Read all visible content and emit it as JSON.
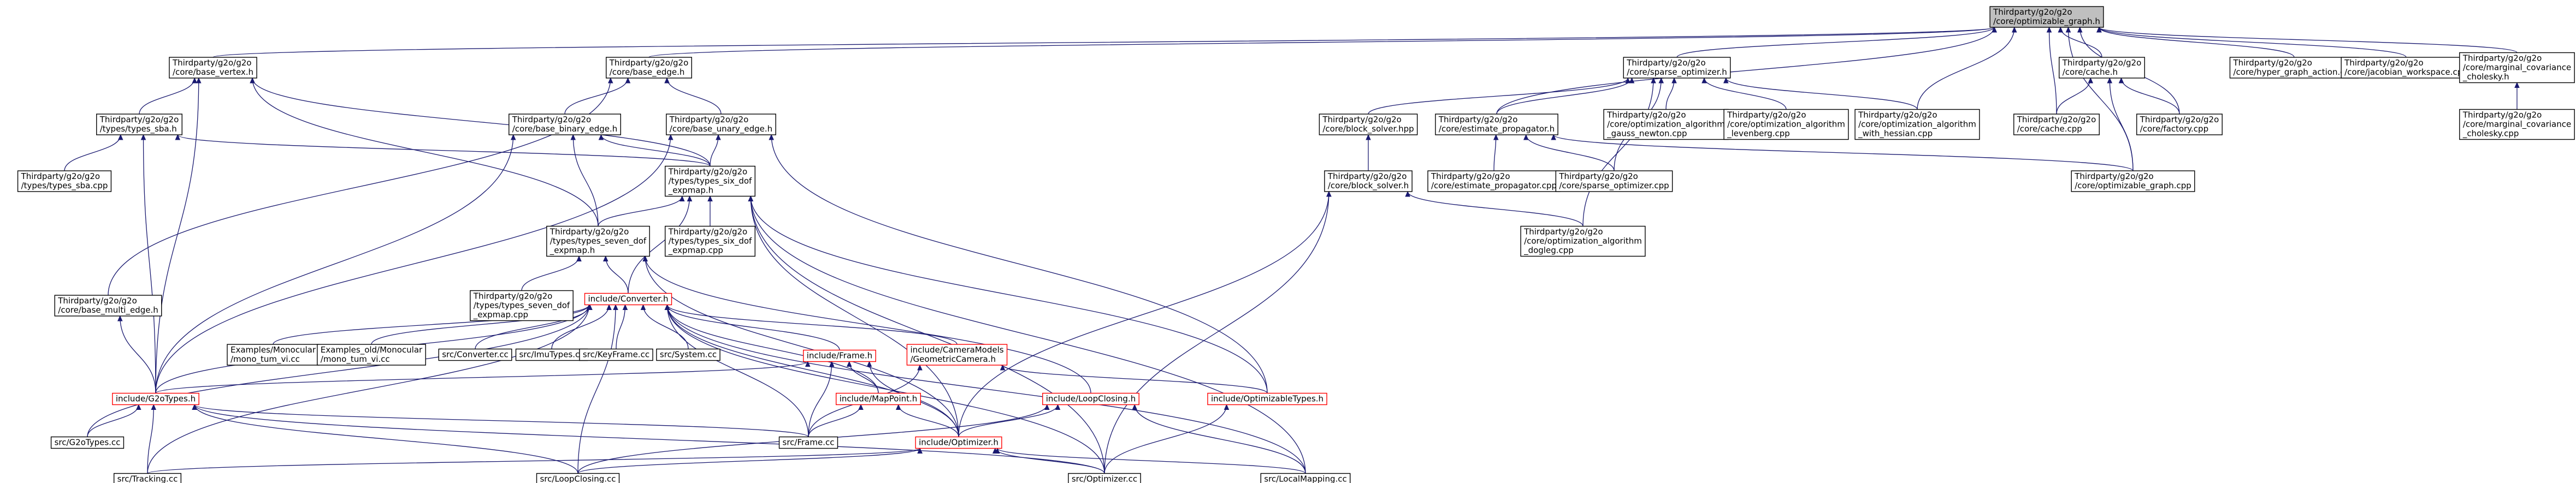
{
  "graph": {
    "nodes": [
      {
        "id": "optimizable_graph_h",
        "lines": [
          "Thirdparty/g2o/g2o",
          "/core/optimizable_graph.h"
        ],
        "root": true
      },
      {
        "id": "base_vertex_h",
        "lines": [
          "Thirdparty/g2o/g2o",
          "/core/base_vertex.h"
        ]
      },
      {
        "id": "base_edge_h",
        "lines": [
          "Thirdparty/g2o/g2o",
          "/core/base_edge.h"
        ]
      },
      {
        "id": "types_sba_h",
        "lines": [
          "Thirdparty/g2o/g2o",
          "/types/types_sba.h"
        ]
      },
      {
        "id": "types_sba_cpp",
        "lines": [
          "Thirdparty/g2o/g2o",
          "/types/types_sba.cpp"
        ]
      },
      {
        "id": "base_binary_edge_h",
        "lines": [
          "Thirdparty/g2o/g2o",
          "/core/base_binary_edge.h"
        ]
      },
      {
        "id": "base_unary_edge_h",
        "lines": [
          "Thirdparty/g2o/g2o",
          "/core/base_unary_edge.h"
        ]
      },
      {
        "id": "types_six_dof_expmap_h",
        "lines": [
          "Thirdparty/g2o/g2o",
          "/types/types_six_dof",
          "_expmap.h"
        ]
      },
      {
        "id": "types_seven_dof_expmap_h",
        "lines": [
          "Thirdparty/g2o/g2o",
          "/types/types_seven_dof",
          "_expmap.h"
        ]
      },
      {
        "id": "types_six_dof_expmap_cpp",
        "lines": [
          "Thirdparty/g2o/g2o",
          "/types/types_six_dof",
          "_expmap.cpp"
        ]
      },
      {
        "id": "types_seven_dof_expmap_cpp",
        "lines": [
          "Thirdparty/g2o/g2o",
          "/types/types_seven_dof",
          "_expmap.cpp"
        ]
      },
      {
        "id": "base_multi_edge_h",
        "lines": [
          "Thirdparty/g2o/g2o",
          "/core/base_multi_edge.h"
        ]
      },
      {
        "id": "converter_h",
        "lines": [
          "include/Converter.h"
        ],
        "red": true
      },
      {
        "id": "mono_tum_vi_cc",
        "lines": [
          "Examples/Monocular",
          "/mono_tum_vi.cc"
        ]
      },
      {
        "id": "old_mono_tum_vi_cc",
        "lines": [
          "Examples_old/Monocular",
          "/mono_tum_vi.cc"
        ]
      },
      {
        "id": "converter_cc",
        "lines": [
          "src/Converter.cc"
        ]
      },
      {
        "id": "imutypes_cc",
        "lines": [
          "src/ImuTypes.cc"
        ]
      },
      {
        "id": "keyframe_cc",
        "lines": [
          "src/KeyFrame.cc"
        ]
      },
      {
        "id": "system_cc",
        "lines": [
          "src/System.cc"
        ]
      },
      {
        "id": "frame_h",
        "lines": [
          "include/Frame.h"
        ],
        "red": true
      },
      {
        "id": "geometric_camera_h",
        "lines": [
          "include/CameraModels",
          "/GeometricCamera.h"
        ],
        "red": true
      },
      {
        "id": "g2otypes_h",
        "lines": [
          "include/G2oTypes.h"
        ],
        "red": true
      },
      {
        "id": "mappoint_h",
        "lines": [
          "include/MapPoint.h"
        ],
        "red": true
      },
      {
        "id": "loopclosing_h",
        "lines": [
          "include/LoopClosing.h"
        ],
        "red": true
      },
      {
        "id": "optimizabletypes_h",
        "lines": [
          "include/OptimizableTypes.h"
        ],
        "red": true
      },
      {
        "id": "optimizer_h",
        "lines": [
          "include/Optimizer.h"
        ],
        "red": true
      },
      {
        "id": "g2otypes_cc",
        "lines": [
          "src/G2oTypes.cc"
        ]
      },
      {
        "id": "frame_cc",
        "lines": [
          "src/Frame.cc"
        ]
      },
      {
        "id": "tracking_cc",
        "lines": [
          "src/Tracking.cc"
        ]
      },
      {
        "id": "loopclosing_cc",
        "lines": [
          "src/LoopClosing.cc"
        ]
      },
      {
        "id": "optimizer_cc",
        "lines": [
          "src/Optimizer.cc"
        ]
      },
      {
        "id": "localmapping_cc",
        "lines": [
          "src/LocalMapping.cc"
        ]
      },
      {
        "id": "sparse_optimizer_h",
        "lines": [
          "Thirdparty/g2o/g2o",
          "/core/sparse_optimizer.h"
        ]
      },
      {
        "id": "block_solver_hpp",
        "lines": [
          "Thirdparty/g2o/g2o",
          "/core/block_solver.hpp"
        ]
      },
      {
        "id": "estimate_propagator_h",
        "lines": [
          "Thirdparty/g2o/g2o",
          "/core/estimate_propagator.h"
        ]
      },
      {
        "id": "oa_gauss_newton_cpp",
        "lines": [
          "Thirdparty/g2o/g2o",
          "/core/optimization_algorithm",
          "_gauss_newton.cpp"
        ]
      },
      {
        "id": "oa_levenberg_cpp",
        "lines": [
          "Thirdparty/g2o/g2o",
          "/core/optimization_algorithm",
          "_levenberg.cpp"
        ]
      },
      {
        "id": "oa_with_hessian_cpp",
        "lines": [
          "Thirdparty/g2o/g2o",
          "/core/optimization_algorithm",
          "_with_hessian.cpp"
        ]
      },
      {
        "id": "block_solver_h",
        "lines": [
          "Thirdparty/g2o/g2o",
          "/core/block_solver.h"
        ]
      },
      {
        "id": "estimate_propagator_cpp",
        "lines": [
          "Thirdparty/g2o/g2o",
          "/core/estimate_propagator.cpp"
        ]
      },
      {
        "id": "sparse_optimizer_cpp",
        "lines": [
          "Thirdparty/g2o/g2o",
          "/core/sparse_optimizer.cpp"
        ]
      },
      {
        "id": "oa_dogleg_cpp",
        "lines": [
          "Thirdparty/g2o/g2o",
          "/core/optimization_algorithm",
          "_dogleg.cpp"
        ]
      },
      {
        "id": "cache_h",
        "lines": [
          "Thirdparty/g2o/g2o",
          "/core/cache.h"
        ]
      },
      {
        "id": "cache_cpp",
        "lines": [
          "Thirdparty/g2o/g2o",
          "/core/cache.cpp"
        ]
      },
      {
        "id": "factory_cpp",
        "lines": [
          "Thirdparty/g2o/g2o",
          "/core/factory.cpp"
        ]
      },
      {
        "id": "optimizable_graph_cpp",
        "lines": [
          "Thirdparty/g2o/g2o",
          "/core/optimizable_graph.cpp"
        ]
      },
      {
        "id": "hyper_graph_action_cpp",
        "lines": [
          "Thirdparty/g2o/g2o",
          "/core/hyper_graph_action.cpp"
        ]
      },
      {
        "id": "jacobian_workspace_cpp",
        "lines": [
          "Thirdparty/g2o/g2o",
          "/core/jacobian_workspace.cpp"
        ]
      },
      {
        "id": "marginal_covariance_cholesky_h",
        "lines": [
          "Thirdparty/g2o/g2o",
          "/core/marginal_covariance",
          "_cholesky.h"
        ]
      },
      {
        "id": "marginal_covariance_cholesky_cpp",
        "lines": [
          "Thirdparty/g2o/g2o",
          "/core/marginal_covariance",
          "_cholesky.cpp"
        ]
      }
    ],
    "edges": [
      [
        "optimizable_graph_h",
        "base_vertex_h"
      ],
      [
        "optimizable_graph_h",
        "base_edge_h"
      ],
      [
        "optimizable_graph_h",
        "sparse_optimizer_h"
      ],
      [
        "optimizable_graph_h",
        "estimate_propagator_h"
      ],
      [
        "optimizable_graph_h",
        "oa_with_hessian_cpp"
      ],
      [
        "optimizable_graph_h",
        "cache_h"
      ],
      [
        "optimizable_graph_h",
        "cache_cpp"
      ],
      [
        "optimizable_graph_h",
        "factory_cpp"
      ],
      [
        "optimizable_graph_h",
        "optimizable_graph_cpp"
      ],
      [
        "optimizable_graph_h",
        "hyper_graph_action_cpp"
      ],
      [
        "optimizable_graph_h",
        "jacobian_workspace_cpp"
      ],
      [
        "optimizable_graph_h",
        "marginal_covariance_cholesky_h"
      ],
      [
        "base_vertex_h",
        "types_sba_h"
      ],
      [
        "base_vertex_h",
        "types_six_dof_expmap_h"
      ],
      [
        "base_vertex_h",
        "types_seven_dof_expmap_h"
      ],
      [
        "base_vertex_h",
        "g2otypes_h"
      ],
      [
        "base_edge_h",
        "base_binary_edge_h"
      ],
      [
        "base_edge_h",
        "base_unary_edge_h"
      ],
      [
        "base_edge_h",
        "base_multi_edge_h"
      ],
      [
        "types_sba_h",
        "types_sba_cpp"
      ],
      [
        "types_sba_h",
        "types_six_dof_expmap_h"
      ],
      [
        "types_sba_h",
        "g2otypes_h"
      ],
      [
        "base_binary_edge_h",
        "types_six_dof_expmap_h"
      ],
      [
        "base_binary_edge_h",
        "types_seven_dof_expmap_h"
      ],
      [
        "base_binary_edge_h",
        "g2otypes_h"
      ],
      [
        "base_unary_edge_h",
        "types_six_dof_expmap_h"
      ],
      [
        "base_unary_edge_h",
        "optimizabletypes_h"
      ],
      [
        "base_unary_edge_h",
        "g2otypes_h"
      ],
      [
        "types_six_dof_expmap_h",
        "types_seven_dof_expmap_h"
      ],
      [
        "types_six_dof_expmap_h",
        "types_six_dof_expmap_cpp"
      ],
      [
        "types_six_dof_expmap_h",
        "converter_h"
      ],
      [
        "types_six_dof_expmap_h",
        "optimizabletypes_h"
      ],
      [
        "types_six_dof_expmap_h",
        "optimizer_h"
      ],
      [
        "types_six_dof_expmap_h",
        "optimizer_cc"
      ],
      [
        "types_six_dof_expmap_h",
        "localmapping_cc"
      ],
      [
        "types_seven_dof_expmap_h",
        "types_seven_dof_expmap_cpp"
      ],
      [
        "types_seven_dof_expmap_h",
        "converter_h"
      ],
      [
        "types_seven_dof_expmap_h",
        "loopclosing_h"
      ],
      [
        "types_seven_dof_expmap_h",
        "optimizer_h"
      ],
      [
        "base_multi_edge_h",
        "g2otypes_h"
      ],
      [
        "converter_h",
        "mono_tum_vi_cc"
      ],
      [
        "converter_h",
        "old_mono_tum_vi_cc"
      ],
      [
        "converter_h",
        "converter_cc"
      ],
      [
        "converter_h",
        "imutypes_cc"
      ],
      [
        "converter_h",
        "keyframe_cc"
      ],
      [
        "converter_h",
        "system_cc"
      ],
      [
        "converter_h",
        "frame_h"
      ],
      [
        "converter_h",
        "geometric_camera_h"
      ],
      [
        "converter_h",
        "g2otypes_h"
      ],
      [
        "converter_h",
        "mappoint_h"
      ],
      [
        "converter_h",
        "optimizer_h"
      ],
      [
        "converter_h",
        "g2otypes_cc"
      ],
      [
        "converter_h",
        "frame_cc"
      ],
      [
        "converter_h",
        "tracking_cc"
      ],
      [
        "converter_h",
        "loopclosing_cc"
      ],
      [
        "converter_h",
        "optimizer_cc"
      ],
      [
        "converter_h",
        "localmapping_cc"
      ],
      [
        "frame_h",
        "g2otypes_h"
      ],
      [
        "frame_h",
        "mappoint_h"
      ],
      [
        "frame_h",
        "optimizer_h"
      ],
      [
        "frame_h",
        "frame_cc"
      ],
      [
        "geometric_camera_h",
        "optimizabletypes_h"
      ],
      [
        "geometric_camera_h",
        "frame_cc"
      ],
      [
        "g2otypes_h",
        "g2otypes_cc"
      ],
      [
        "g2otypes_h",
        "frame_cc"
      ],
      [
        "g2otypes_h",
        "tracking_cc"
      ],
      [
        "g2otypes_h",
        "loopclosing_cc"
      ],
      [
        "g2otypes_h",
        "optimizer_cc"
      ],
      [
        "mappoint_h",
        "optimizer_h"
      ],
      [
        "mappoint_h",
        "frame_cc"
      ],
      [
        "loopclosing_h",
        "optimizer_h"
      ],
      [
        "loopclosing_h",
        "loopclosing_cc"
      ],
      [
        "loopclosing_h",
        "localmapping_cc"
      ],
      [
        "optimizabletypes_h",
        "optimizer_cc"
      ],
      [
        "optimizer_h",
        "tracking_cc"
      ],
      [
        "optimizer_h",
        "loopclosing_cc"
      ],
      [
        "optimizer_h",
        "optimizer_cc"
      ],
      [
        "optimizer_h",
        "localmapping_cc"
      ],
      [
        "sparse_optimizer_h",
        "block_solver_hpp"
      ],
      [
        "sparse_optimizer_h",
        "estimate_propagator_h"
      ],
      [
        "sparse_optimizer_h",
        "oa_gauss_newton_cpp"
      ],
      [
        "sparse_optimizer_h",
        "oa_levenberg_cpp"
      ],
      [
        "sparse_optimizer_h",
        "oa_with_hessian_cpp"
      ],
      [
        "sparse_optimizer_h",
        "sparse_optimizer_cpp"
      ],
      [
        "sparse_optimizer_h",
        "oa_dogleg_cpp"
      ],
      [
        "block_solver_hpp",
        "block_solver_h"
      ],
      [
        "estimate_propagator_h",
        "estimate_propagator_cpp"
      ],
      [
        "estimate_propagator_h",
        "sparse_optimizer_cpp"
      ],
      [
        "estimate_propagator_h",
        "optimizable_graph_cpp"
      ],
      [
        "block_solver_h",
        "oa_dogleg_cpp"
      ],
      [
        "block_solver_h",
        "optimizer_h"
      ],
      [
        "block_solver_h",
        "optimizer_cc"
      ],
      [
        "cache_h",
        "cache_cpp"
      ],
      [
        "cache_h",
        "factory_cpp"
      ],
      [
        "cache_h",
        "optimizable_graph_cpp"
      ],
      [
        "marginal_covariance_cholesky_h",
        "marginal_covariance_cholesky_cpp"
      ]
    ]
  }
}
